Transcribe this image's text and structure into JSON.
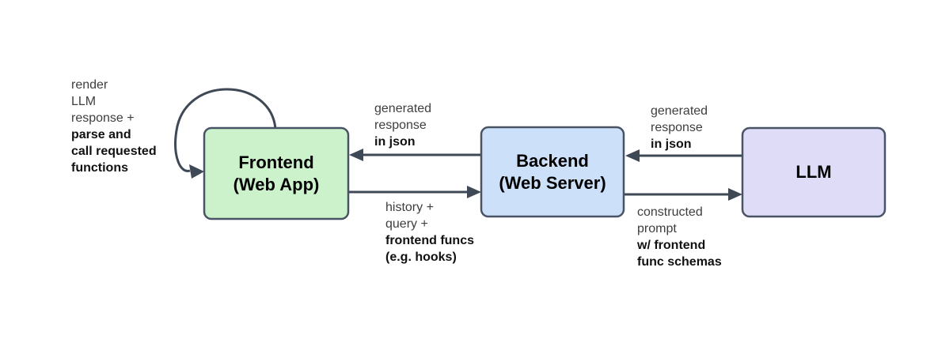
{
  "colors": {
    "background": "#ffffff",
    "connector": "#3f4956",
    "node_border": "#485365",
    "frontend_fill": "#ccf2cb",
    "backend_fill": "#cde0f9",
    "llm_fill": "#dedcf7",
    "label_regular": "#3e3e3e",
    "label_bold": "#111111",
    "node_text": "#000000"
  },
  "nodes": {
    "frontend": {
      "line1": "Frontend",
      "line2": "(Web App)"
    },
    "backend": {
      "line1": "Backend",
      "line2": "(Web Server)"
    },
    "llm": {
      "title": "LLM"
    }
  },
  "edge_labels": {
    "self_loop": {
      "regular": [
        "render",
        "LLM",
        "response +"
      ],
      "bold": [
        "parse and",
        "call requested",
        "functions"
      ]
    },
    "backend_to_frontend": {
      "regular": [
        "generated",
        "response"
      ],
      "bold": [
        "in json"
      ]
    },
    "frontend_to_backend": {
      "regular": [
        "history +",
        "query +"
      ],
      "bold": [
        "frontend funcs",
        "(e.g. hooks)"
      ]
    },
    "llm_to_backend": {
      "regular": [
        "generated",
        "response"
      ],
      "bold": [
        "in json"
      ]
    },
    "backend_to_llm": {
      "regular": [
        "constructed",
        "prompt"
      ],
      "bold": [
        "w/ frontend",
        "func schemas"
      ]
    }
  }
}
